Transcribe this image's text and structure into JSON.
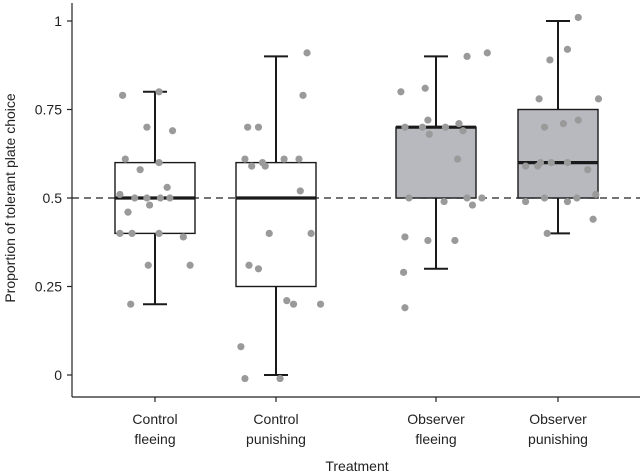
{
  "chart_data": {
    "type": "box",
    "title": "",
    "xlabel": "Treatment",
    "ylabel": "Proportion of tolerant plate choice",
    "ylim": [
      -0.05,
      1.05
    ],
    "yticks": [
      0,
      0.25,
      0.5,
      0.75,
      1
    ],
    "ytick_labels": [
      "0",
      "0.25",
      "0.5",
      "0.75",
      "1"
    ],
    "reference_line": 0.5,
    "grid": false,
    "categories": [
      {
        "line1": "Control",
        "line2": "fleeing"
      },
      {
        "line1": "Control",
        "line2": "punishing"
      },
      {
        "line1": "Observer",
        "line2": "fleeing"
      },
      {
        "line1": "Observer",
        "line2": "punishing"
      }
    ],
    "box_colors": [
      "#ffffff",
      "#ffffff",
      "#b8b9bf",
      "#b8b9bf"
    ],
    "point_color": "#9a9a9a",
    "line_color": "#1a1a1a",
    "boxes": [
      {
        "whisker_low": 0.2,
        "q1": 0.4,
        "median": 0.5,
        "q3": 0.6,
        "whisker_high": 0.8
      },
      {
        "whisker_low": 0.0,
        "q1": 0.25,
        "median": 0.5,
        "q3": 0.6,
        "whisker_high": 0.9
      },
      {
        "whisker_low": 0.3,
        "q1": 0.5,
        "median": 0.7,
        "q3": 0.7,
        "whisker_high": 0.9
      },
      {
        "whisker_low": 0.4,
        "q1": 0.5,
        "median": 0.6,
        "q3": 0.75,
        "whisker_high": 1.0
      }
    ],
    "points": [
      [
        [
          -0.24,
          0.79
        ],
        [
          0.03,
          0.8
        ],
        [
          -0.06,
          0.7
        ],
        [
          0.13,
          0.69
        ],
        [
          -0.22,
          0.61
        ],
        [
          0.03,
          0.6
        ],
        [
          -0.11,
          0.58
        ],
        [
          0.09,
          0.53
        ],
        [
          -0.26,
          0.51
        ],
        [
          -0.15,
          0.5
        ],
        [
          -0.06,
          0.5
        ],
        [
          0.04,
          0.5
        ],
        [
          0.11,
          0.5
        ],
        [
          -0.2,
          0.46
        ],
        [
          -0.04,
          0.48
        ],
        [
          -0.26,
          0.4
        ],
        [
          -0.17,
          0.4
        ],
        [
          0.03,
          0.4
        ],
        [
          0.21,
          0.39
        ],
        [
          -0.05,
          0.31
        ],
        [
          0.26,
          0.31
        ],
        [
          -0.18,
          0.2
        ]
      ],
      [
        [
          0.23,
          0.91
        ],
        [
          0.2,
          0.79
        ],
        [
          -0.21,
          0.7
        ],
        [
          -0.13,
          0.7
        ],
        [
          -0.23,
          0.61
        ],
        [
          -0.1,
          0.6
        ],
        [
          0.06,
          0.61
        ],
        [
          0.17,
          0.61
        ],
        [
          -0.18,
          0.59
        ],
        [
          -0.08,
          0.59
        ],
        [
          0.18,
          0.52
        ],
        [
          0.26,
          0.4
        ],
        [
          -0.05,
          0.4
        ],
        [
          -0.2,
          0.31
        ],
        [
          -0.13,
          0.3
        ],
        [
          0.33,
          0.2
        ],
        [
          0.13,
          0.2
        ],
        [
          0.08,
          0.21
        ],
        [
          -0.26,
          0.08
        ],
        [
          -0.23,
          -0.01
        ],
        [
          0.03,
          -0.01
        ]
      ],
      [
        [
          0.38,
          0.91
        ],
        [
          0.23,
          0.9
        ],
        [
          -0.26,
          0.8
        ],
        [
          -0.08,
          0.81
        ],
        [
          -0.06,
          0.72
        ],
        [
          -0.23,
          0.7
        ],
        [
          -0.1,
          0.7
        ],
        [
          0.07,
          0.7
        ],
        [
          0.17,
          0.71
        ],
        [
          0.2,
          0.69
        ],
        [
          -0.05,
          0.68
        ],
        [
          0.16,
          0.61
        ],
        [
          -0.2,
          0.5
        ],
        [
          0.23,
          0.5
        ],
        [
          0.34,
          0.5
        ],
        [
          0.27,
          0.48
        ],
        [
          0.06,
          0.49
        ],
        [
          -0.23,
          0.39
        ],
        [
          0.14,
          0.38
        ],
        [
          -0.06,
          0.38
        ],
        [
          -0.24,
          0.29
        ],
        [
          -0.23,
          0.19
        ]
      ],
      [
        [
          0.15,
          1.01
        ],
        [
          0.07,
          0.92
        ],
        [
          -0.06,
          0.89
        ],
        [
          -0.14,
          0.78
        ],
        [
          0.3,
          0.78
        ],
        [
          0.04,
          0.71
        ],
        [
          0.15,
          0.72
        ],
        [
          -0.1,
          0.7
        ],
        [
          -0.13,
          0.6
        ],
        [
          -0.05,
          0.6
        ],
        [
          0.07,
          0.6
        ],
        [
          -0.24,
          0.59
        ],
        [
          -0.15,
          0.59
        ],
        [
          0.22,
          0.58
        ],
        [
          0.28,
          0.51
        ],
        [
          -0.1,
          0.5
        ],
        [
          -0.24,
          0.49
        ],
        [
          0.07,
          0.49
        ],
        [
          0.14,
          0.5
        ],
        [
          0.26,
          0.44
        ],
        [
          -0.08,
          0.4
        ]
      ]
    ]
  }
}
